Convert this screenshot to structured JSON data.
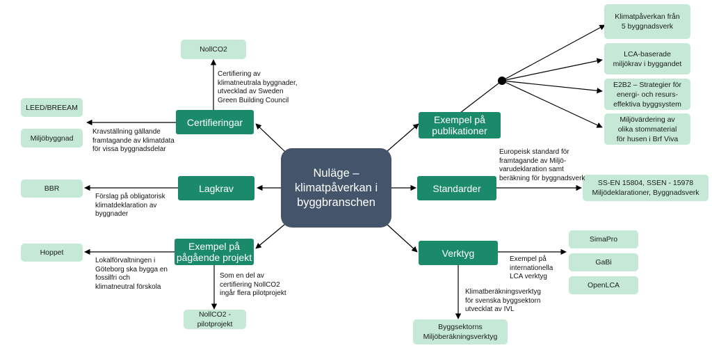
{
  "center": {
    "label": "Nuläge –\nklimatpåverkan i\nbyggbranschen"
  },
  "categories": {
    "certifieringar": "Certifieringar",
    "lagkrav": "Lagkrav",
    "pagaende": "Exempel på\npågående projekt",
    "publikationer": "Exempel på\npublikationer",
    "standarder": "Standarder",
    "verktyg": "Verktyg"
  },
  "leaves": {
    "nollco2_top": "NollCO2",
    "leed": "LEED/BREEAM",
    "miljobyggnad": "Miljöbyggnad",
    "bbr": "BBR",
    "hoppet": "Hoppet",
    "nollco2_pilot": "NollCO2 -\npilotprojekt",
    "pub1": "Klimatpåverkan från\n5 byggnadsverk",
    "pub2": "LCA-baserade\nmiljökrav i byggandet",
    "pub3": "E2B2 – Strategier för\nenergi- och resurs-\neffektiva byggsystem",
    "pub4": "Miljövärdering av\nolika stommaterial\nför husen i Brf Viva",
    "standard": "SS-EN 15804, SSEN - 15978\nMiljödeklarationer, Byggnadsverk",
    "simapro": "SimaPro",
    "gabi": "GaBi",
    "openlca": "OpenLCA",
    "byggsektorns": "Byggsektorns\nMiljöberäkningsverktyg"
  },
  "notes": {
    "cert_top": "Certifiering av\nklimatneutrala byggnader,\nutvecklad av Sweden\nGreen Building Council",
    "cert_left": "Kravställning gällande\nframtagande av klimatdata\nför vissa byggnadsdelar",
    "lagkrav": "Förslag på obligatorisk\nklimatdeklaration av\nbyggnader",
    "pagaende_left": "Lokalförvaltningen i\nGöteborg ska bygga en\nfossilfri och\nklimatneutral förskola",
    "pagaende_bottom": "Som en del av\ncertifiering NollCO2\ningår flera pilotprojekt",
    "standard": "Europeisk standard för\nframtagande av Miljö-\nvarudeklaration samt\nberäkning för byggnadsverk",
    "verktyg_right": "Exempel på\ninternationella\nLCA verktyg",
    "verktyg_bottom": "Klimatberäkningsverktyg\nför svenska byggsektorn\nutvecklat av IVL"
  }
}
